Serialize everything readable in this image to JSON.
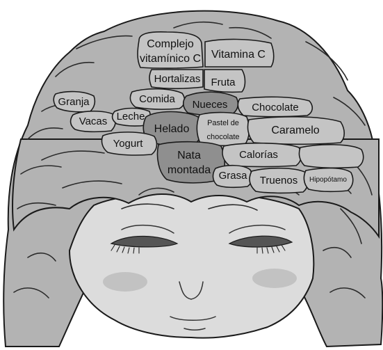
{
  "colors": {
    "hair": "#b3b3b3",
    "face": "#dcdcdc",
    "node_light": "#c4c4c4",
    "node_dark": "#8f8f8f",
    "cheek": "#b9b9b9",
    "outline": "#1a1a1a"
  },
  "concepts": {
    "complejo_1": "Complejo",
    "complejo_2": "vitamínico C",
    "vitamina_c": "Vitamina C",
    "hortalizas": "Hortalizas",
    "fruta": "Fruta",
    "granja": "Granja",
    "comida": "Comida",
    "nueces": "Nueces",
    "chocolate": "Chocolate",
    "vacas": "Vacas",
    "leche": "Leche",
    "helado": "Helado",
    "pastel_1": "Pastel de",
    "pastel_2": "chocolate",
    "caramelo": "Caramelo",
    "yogurt": "Yogurt",
    "nata_1": "Nata",
    "nata_2": "montada",
    "calorias": "Calorías",
    "grasa": "Grasa",
    "truenos": "Truenos",
    "hipopotamo": "Hipopótamo"
  }
}
